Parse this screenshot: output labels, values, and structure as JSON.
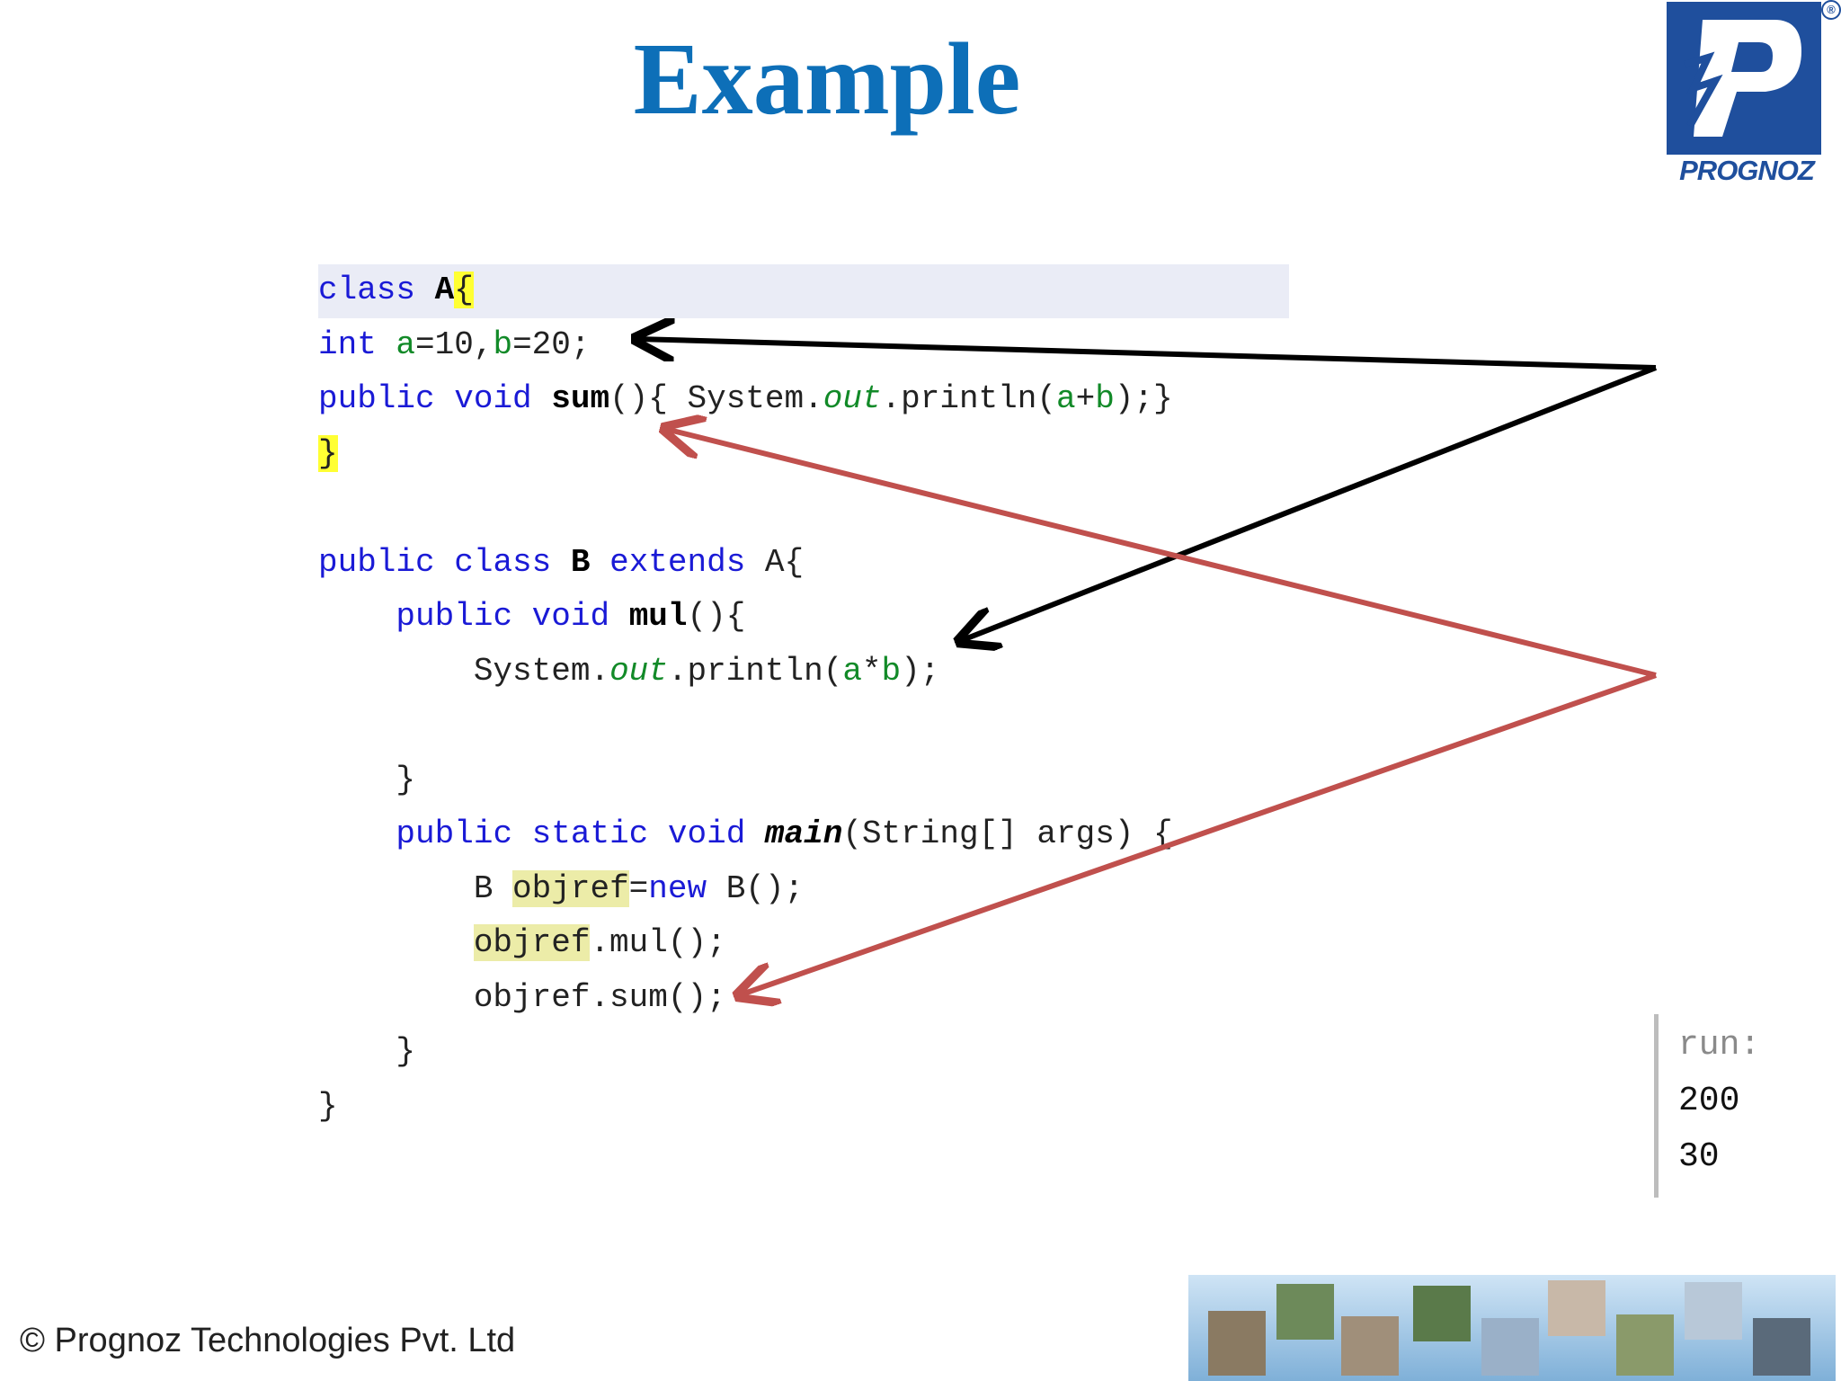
{
  "slide": {
    "title": "Example",
    "logo": {
      "name": "PROGNOZ",
      "registered": "®"
    },
    "code_lines": [
      "class A{",
      "int a=10,b=20;",
      "public void sum(){ System.out.println(a+b);}",
      "}",
      "",
      "public class B extends A{",
      "    public void mul(){",
      "        System.out.println(a*b);",
      "",
      "    }",
      "    public static void main(String[] args) {",
      "        B objref=new B();",
      "        objref.mul();",
      "        objref.sum();",
      "    }",
      "}"
    ],
    "output": {
      "header": "run:",
      "lines": [
        "200",
        "30"
      ]
    },
    "footer": "© Prognoz Technologies Pvt. Ltd",
    "colors": {
      "title": "#0d6fb8",
      "keyword": "#1a1ad6",
      "field": "#128a28",
      "highlight_yellow": "#ffff33",
      "highlight_olive": "#ececa8",
      "arrow_black": "#000000",
      "arrow_red": "#c0504d",
      "logo_blue": "#1f4f9d"
    },
    "arrows": [
      {
        "color": "black",
        "from": "right",
        "to": "int a=10,b=20;"
      },
      {
        "color": "black",
        "from": "right",
        "to": "public void mul(){"
      },
      {
        "color": "red",
        "from": "right",
        "to": "public void sum()"
      },
      {
        "color": "red",
        "from": "right",
        "to": "objref.sum();"
      }
    ]
  }
}
